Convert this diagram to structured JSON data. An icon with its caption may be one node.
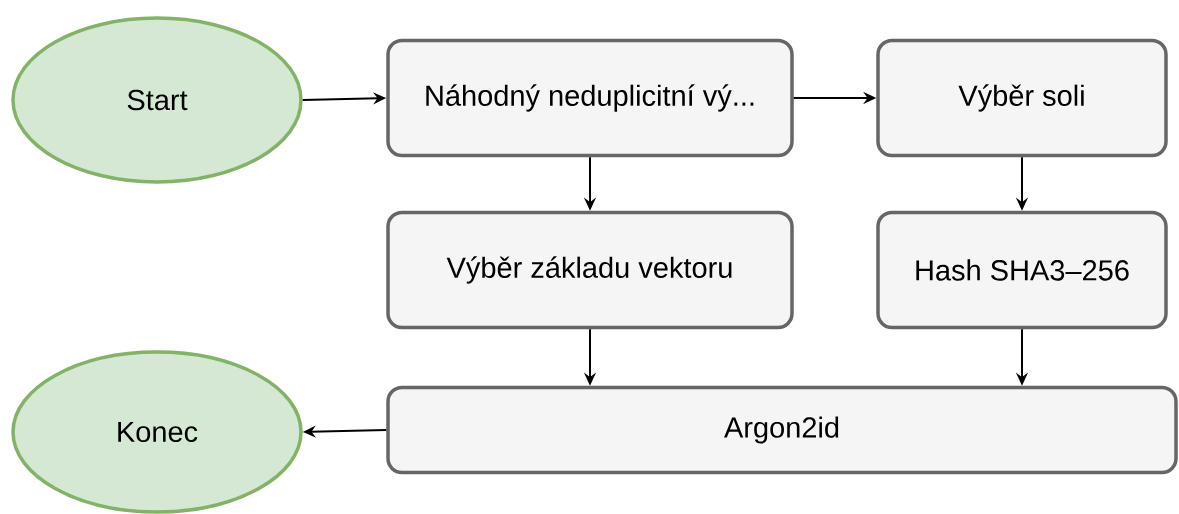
{
  "diagram": {
    "nodes": [
      {
        "text": [
          "Start"
        ]
      },
      {
        "text": [
          "Náhodný neduplicitní vý..."
        ]
      },
      {
        "text": [
          "Výběr soli"
        ]
      },
      {
        "text": [
          "Výběr základu vektoru"
        ]
      },
      {
        "text": [
          "Hash SHA3–256"
        ]
      },
      {
        "text": [
          "Konec"
        ]
      },
      {
        "text": [
          "Argon2id"
        ]
      }
    ],
    "edges": [
      {
        "from": 0,
        "to": 1,
        "arrow": "to"
      },
      {
        "from": 1,
        "to": 2,
        "arrow": "to"
      },
      {
        "from": 1,
        "to": 3,
        "arrow": "to"
      },
      {
        "from": 2,
        "to": 4,
        "arrow": "to"
      },
      {
        "from": 3,
        "to": 6,
        "arrow": "to"
      },
      {
        "from": 4,
        "to": 6,
        "arrow": "to"
      },
      {
        "from": 6,
        "to": 5,
        "arrow": "to"
      }
    ]
  }
}
